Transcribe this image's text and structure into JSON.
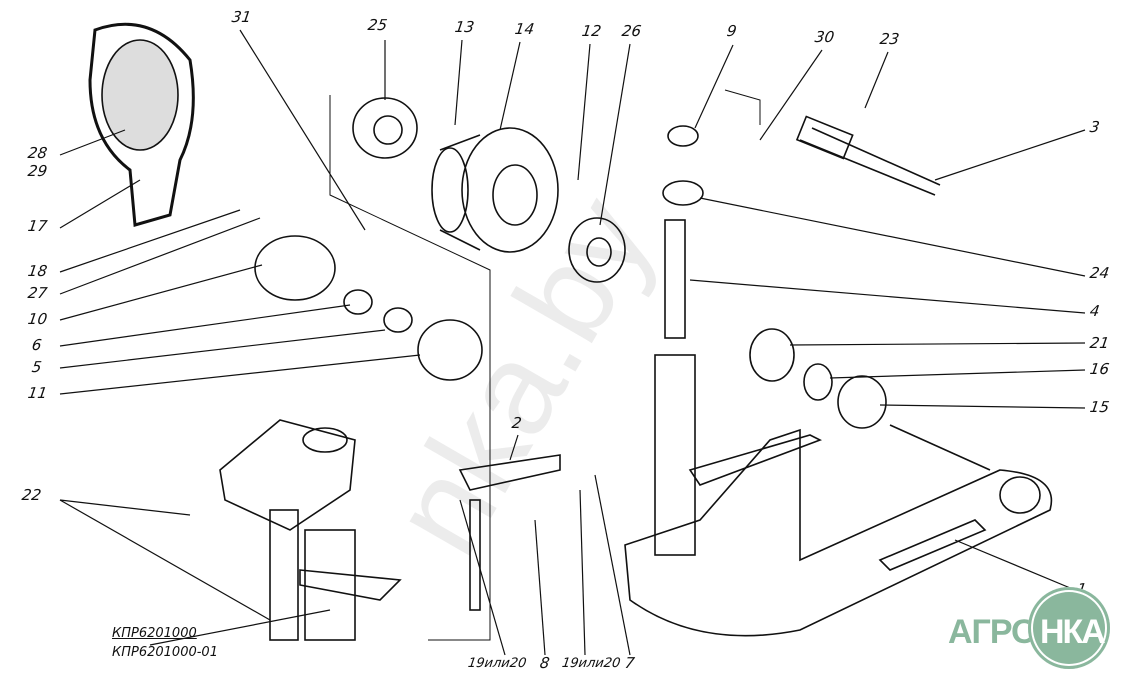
{
  "diagram": {
    "part_labels": {
      "p31": "31",
      "p25": "25",
      "p13": "13",
      "p14": "14",
      "p12": "12",
      "p26": "26",
      "p9": "9",
      "p30": "30",
      "p23": "23",
      "p3": "3",
      "p24": "24",
      "p4": "4",
      "p21": "21",
      "p16": "16",
      "p15": "15",
      "p1": "1",
      "p28": "28",
      "p29": "29",
      "p17": "17",
      "p18": "18",
      "p27": "27",
      "p10": "10",
      "p6": "6",
      "p5": "5",
      "p11": "11",
      "p22": "22",
      "p2": "2",
      "p8": "8",
      "p7": "7"
    },
    "alt_labels": {
      "a1": "19или20",
      "a2": "19или20"
    },
    "codes": {
      "c1": "КПР6201000",
      "c2": "КПР6201000-01"
    }
  },
  "watermark": {
    "text": "nka.by",
    "logo_left": "АГРО",
    "logo_right": "НКА"
  },
  "colors": {
    "logo": "#8ab79d",
    "ink": "#111111"
  }
}
